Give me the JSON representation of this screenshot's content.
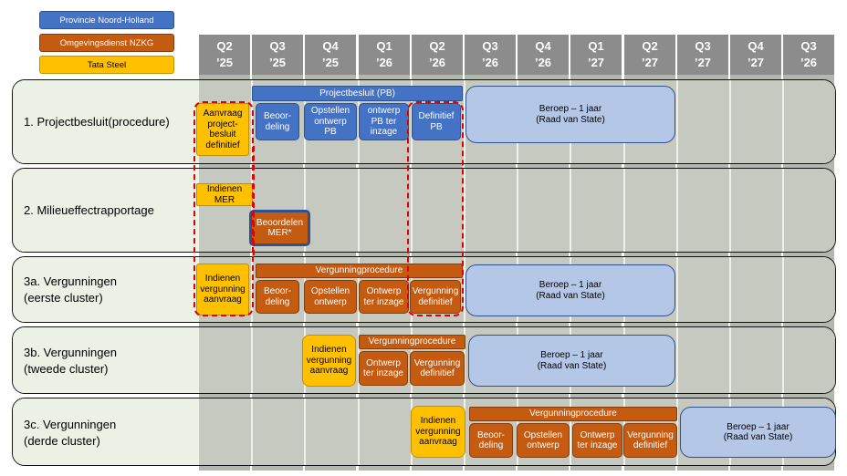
{
  "legend": [
    {
      "label": "Provincie Noord-Holland",
      "color": "#4472c4"
    },
    {
      "label": "Omgevingsdienst NZKG",
      "color": "#c55a11"
    },
    {
      "label": "Tata Steel",
      "color": "#ffc000"
    }
  ],
  "quarters": [
    {
      "q": "Q2",
      "y": "’25"
    },
    {
      "q": "Q3",
      "y": "’25"
    },
    {
      "q": "Q4",
      "y": "’25"
    },
    {
      "q": "Q1",
      "y": "’26"
    },
    {
      "q": "Q2",
      "y": "’26"
    },
    {
      "q": "Q3",
      "y": "’26"
    },
    {
      "q": "Q4",
      "y": "’26"
    },
    {
      "q": "Q1",
      "y": "’27"
    },
    {
      "q": "Q2",
      "y": "’27"
    },
    {
      "q": "Q3",
      "y": "’27"
    },
    {
      "q": "Q4",
      "y": "’27"
    },
    {
      "q": "Q3",
      "y": "’26"
    }
  ],
  "rows": [
    {
      "label": "1. Projectbesluit(procedure)"
    },
    {
      "label": "2. Milieueffectrapportage"
    },
    {
      "label": "3a. Vergunningen\n(eerste cluster)"
    },
    {
      "label": "3b. Vergunningen\n(tweede cluster)"
    },
    {
      "label": "3c. Vergunningen\n(derde cluster)"
    }
  ],
  "bars": {
    "r1_header": "Projectbesluit (PB)",
    "r1_aanvraag": "Aanvraag\nproject-\nbesluit\ndefinitief",
    "r1_beoordeling": "Beoor-\ndeling",
    "r1_opstellen": "Opstellen\nontwerp\nPB",
    "r1_ontwerp": "ontwerp\nPB ter\ninzage",
    "r1_definitief": "Definitief\nPB",
    "r1_beroep": "Beroep – 1 jaar\n(Raad van State)",
    "r2_indienen": "Indienen\nMER",
    "r2_beoordelen": "Beoordelen\nMER*",
    "r3a_indienen": "Indienen\nvergunning\naanvraag",
    "r3a_header": "Vergunningprocedure",
    "r3a_beoordeling": "Beoor-\ndeling",
    "r3a_opstellen": "Opstellen\nontwerp",
    "r3a_ontwerp": "Ontwerp\nter inzage",
    "r3a_definitief": "Vergunning\ndefinitief",
    "r3a_beroep": "Beroep – 1 jaar\n(Raad van State)",
    "r3b_indienen": "Indienen\nvergunning\naanvraag",
    "r3b_header": "Vergunningprocedure",
    "r3b_ontwerp": "Ontwerp\nter inzage",
    "r3b_definitief": "Vergunning\ndefinitief",
    "r3b_beroep": "Beroep – 1 jaar\n(Raad van State)",
    "r3c_indienen": "Indienen\nvergunning\naanvraag",
    "r3c_header": "Vergunningprocedure",
    "r3c_beoordeling": "Beoor-\ndeling",
    "r3c_opstellen": "Opstellen\nontwerp",
    "r3c_ontwerp": "Ontwerp\nter inzage",
    "r3c_definitief": "Vergunning\ndefinitief",
    "r3c_beroep": "Beroep – 1 jaar\n(Raad van State)"
  }
}
